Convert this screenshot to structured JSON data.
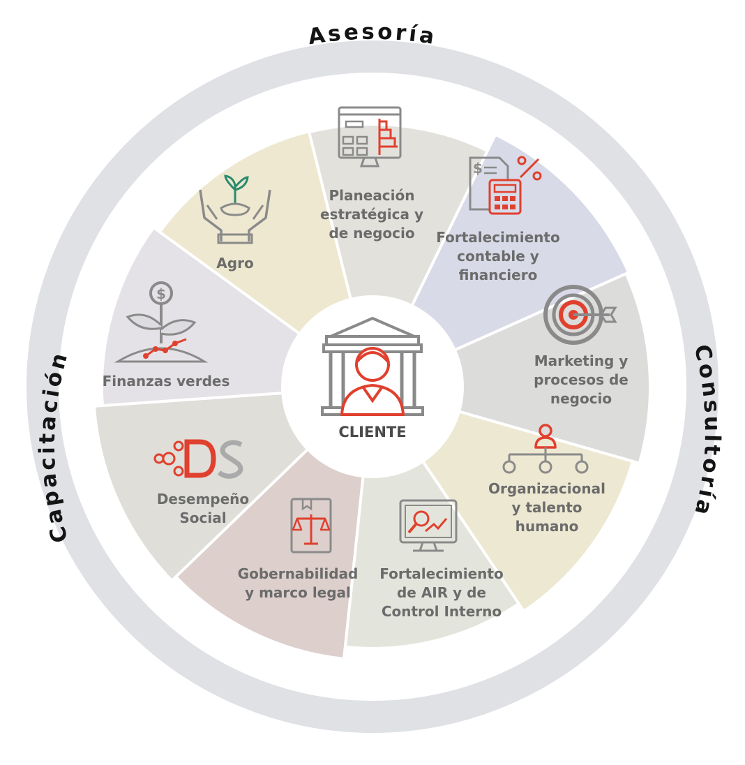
{
  "ring_labels": {
    "top": "Asesoría",
    "right": "Consultoría",
    "left": "Capacitación"
  },
  "center": {
    "label": "CLIENTE",
    "icon": "client-bank-icon"
  },
  "colors": {
    "ring": "#dfe1e5",
    "accent_red": "#e0402e",
    "icon_gray": "#8a8a8a",
    "accent_green": "#2a8a6e",
    "label_gray": "#6b6b6b"
  },
  "segments": [
    {
      "id": "planeacion",
      "lines": [
        "Planeación",
        "estratégica y",
        "de negocio"
      ],
      "icon": "strategy-monitor-icon",
      "color": "#e3e1dc"
    },
    {
      "id": "fortalecimiento-contable",
      "lines": [
        "Fortalecimiento",
        "contable y",
        "financiero"
      ],
      "icon": "accounting-calculator-icon",
      "color": "#d8dae8"
    },
    {
      "id": "marketing",
      "lines": [
        "Marketing y",
        "procesos de",
        "negocio"
      ],
      "icon": "target-icon",
      "color": "#dcdcdb"
    },
    {
      "id": "organizacional",
      "lines": [
        "Organizacional",
        "y talento",
        "humano"
      ],
      "icon": "org-chart-icon",
      "color": "#ede8d2"
    },
    {
      "id": "control-interno",
      "lines": [
        "Fortalecimiento",
        "de AIR y de",
        "Control Interno"
      ],
      "icon": "analysis-monitor-icon",
      "color": "#e3e5dc"
    },
    {
      "id": "gobernabilidad",
      "lines": [
        "Gobernabilidad",
        "y marco legal"
      ],
      "icon": "law-scale-icon",
      "color": "#dccfcc"
    },
    {
      "id": "desempeno",
      "lines": [
        "Desempeño",
        "Social"
      ],
      "icon": "ds-logo-icon",
      "color": "#dfded9"
    },
    {
      "id": "finanzas-verdes",
      "lines": [
        "Finanzas verdes"
      ],
      "icon": "money-plant-icon",
      "color": "#e4e2e6"
    },
    {
      "id": "agro",
      "lines": [
        "Agro"
      ],
      "icon": "hands-sprout-icon",
      "color": "#ede8cf"
    }
  ]
}
